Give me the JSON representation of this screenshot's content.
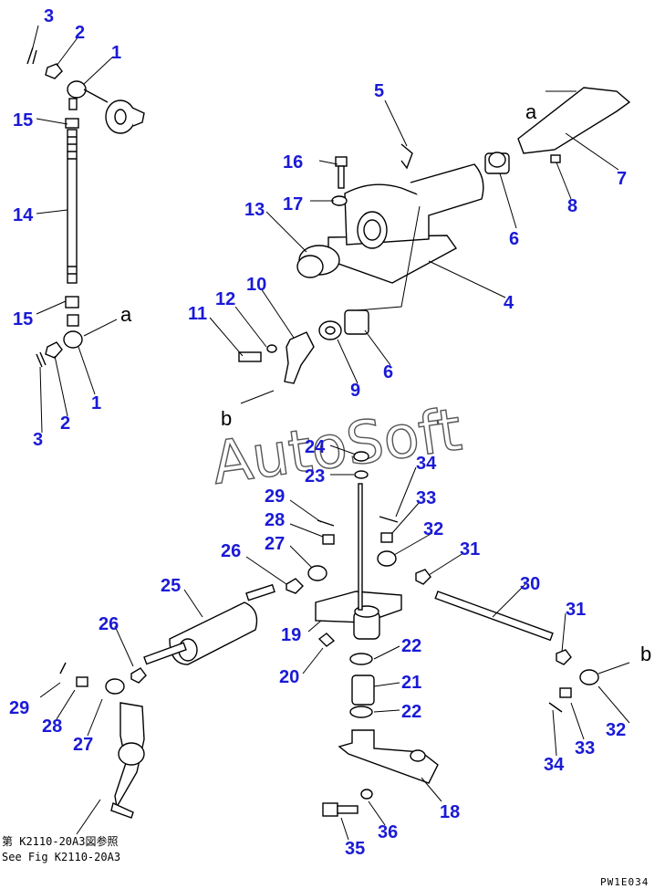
{
  "watermark": "AutoSoft",
  "drawing_code": "PW1E034",
  "reference_note": {
    "line1": "第 K2110-20A3図参照",
    "line2": "See Fig K2110-20A3"
  },
  "colors": {
    "label": "#1a1ad6",
    "line": "#000000"
  },
  "letters": {
    "a": "a",
    "b": "b"
  },
  "callouts": [
    "1",
    "2",
    "3",
    "4",
    "5",
    "6",
    "7",
    "8",
    "9",
    "10",
    "11",
    "12",
    "13",
    "14",
    "15",
    "16",
    "17",
    "18",
    "19",
    "20",
    "21",
    "22",
    "23",
    "24",
    "25",
    "26",
    "27",
    "28",
    "29",
    "30",
    "31",
    "32",
    "33",
    "34",
    "35",
    "36"
  ]
}
